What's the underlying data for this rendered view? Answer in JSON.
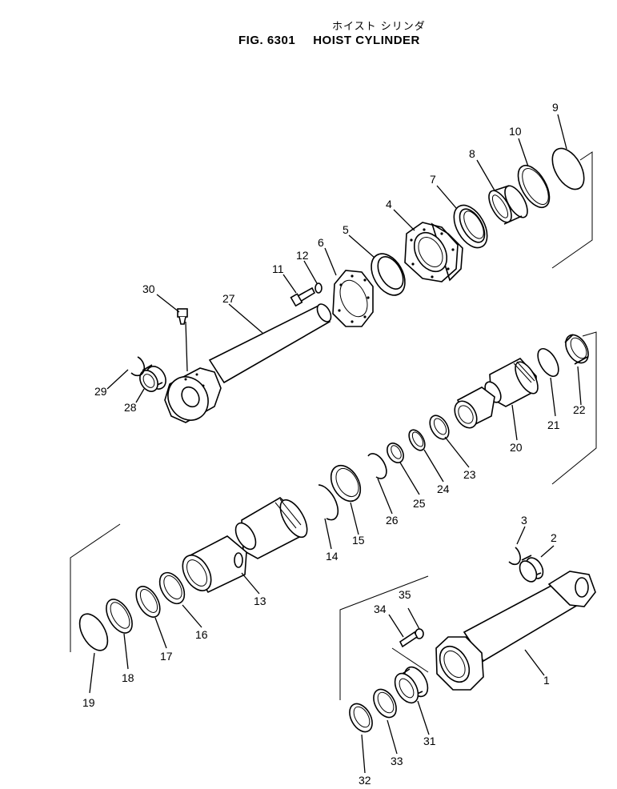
{
  "header": {
    "title_jp": "ホイスト シリンダ",
    "fig_number": "FIG. 6301",
    "title_en": "HOIST CYLINDER"
  },
  "callouts": [
    "1",
    "2",
    "3",
    "4",
    "5",
    "6",
    "7",
    "8",
    "9",
    "10",
    "11",
    "12",
    "13",
    "14",
    "15",
    "16",
    "17",
    "18",
    "19",
    "20",
    "21",
    "22",
    "23",
    "24",
    "25",
    "26",
    "27",
    "28",
    "29",
    "30",
    "31",
    "32",
    "33",
    "34",
    "35"
  ]
}
